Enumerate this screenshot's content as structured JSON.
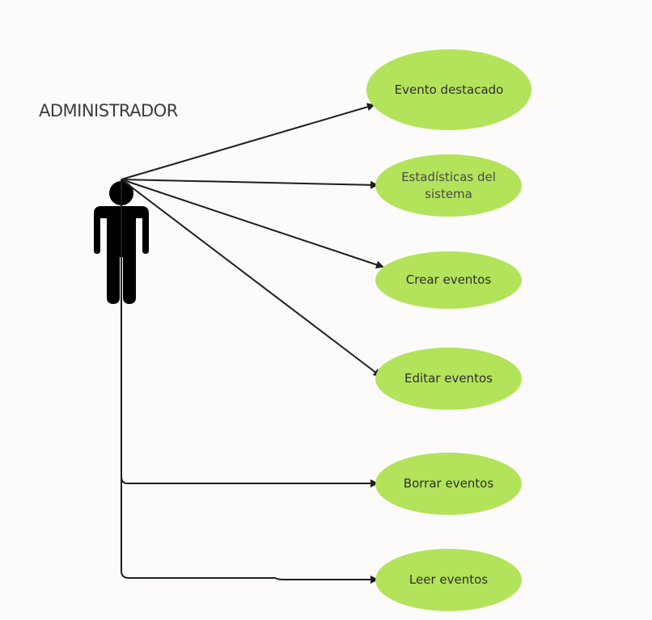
{
  "actor": {
    "name": "ADMINISTRADOR",
    "icon": "person-icon",
    "color": "#000000"
  },
  "use_cases": [
    {
      "label": "Evento destacado"
    },
    {
      "label": "Estadísticas del sistema"
    },
    {
      "label": "Crear eventos"
    },
    {
      "label": "Editar eventos"
    },
    {
      "label": "Borrar eventos"
    },
    {
      "label": "Leer eventos"
    }
  ],
  "colors": {
    "background": "#fcfbf9",
    "use_case_fill": "#b3e35a",
    "connector": "#1e1e1e"
  }
}
